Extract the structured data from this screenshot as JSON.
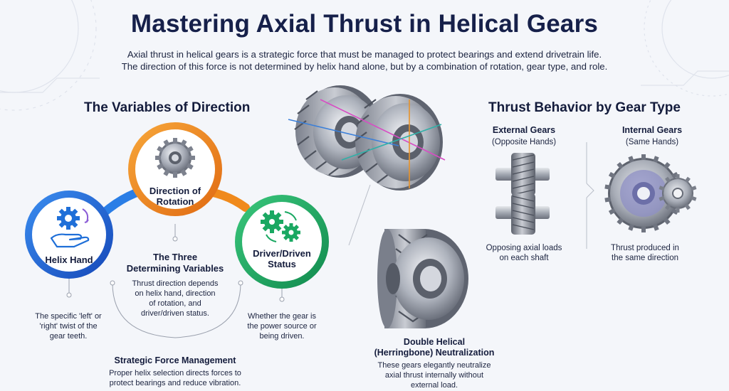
{
  "title": "Mastering Axial Thrust in Helical Gears",
  "intro": {
    "line1": "Axial thrust in helical gears is a strategic force that must be managed to protect bearings and extend drivetrain life.",
    "line2": "The direction of this force is not determined by helix hand alone, but by a combination of rotation, gear type, and role."
  },
  "variables": {
    "heading": "The Variables of Direction",
    "direction_label": [
      "Direction of",
      "Rotation"
    ],
    "helix_label": "Helix Hand",
    "driver_label": [
      "Driver/Driven",
      "Status"
    ],
    "center_title": [
      "The Three",
      "Determining Variables"
    ],
    "center_desc": [
      "Thrust direction depends",
      "on helix hand, direction",
      "of rotation, and",
      "driver/driven status."
    ],
    "helix_desc": [
      "The specific 'left' or",
      "'right' twist of the",
      "gear teeth."
    ],
    "driver_desc": [
      "Whether the gear is",
      "the power source or",
      "being driven."
    ],
    "strategic_title": "Strategic Force Management",
    "strategic_desc": [
      "Proper helix selection directs forces to",
      "protect bearings and reduce vibration."
    ]
  },
  "double_helical": {
    "title": [
      "Double Helical",
      "(Herringbone) Neutralization"
    ],
    "desc": [
      "These gears elegantly neutralize",
      "axial thrust internally without",
      "external load."
    ]
  },
  "behavior": {
    "heading": "Thrust Behavior by Gear Type",
    "external_title": "External Gears",
    "external_sub": "(Opposite Hands)",
    "external_desc": [
      "Opposing axial loads",
      "on each shaft"
    ],
    "internal_title": "Internal Gears",
    "internal_sub": "(Same Hands)",
    "internal_desc": [
      "Thrust produced in",
      "the same direction"
    ]
  },
  "colors": {
    "orange": "#f08a1c",
    "blue": "#1f6fd8",
    "green": "#1aa862",
    "navy": "#16204a",
    "gear_gray": "#8a8f9c"
  }
}
